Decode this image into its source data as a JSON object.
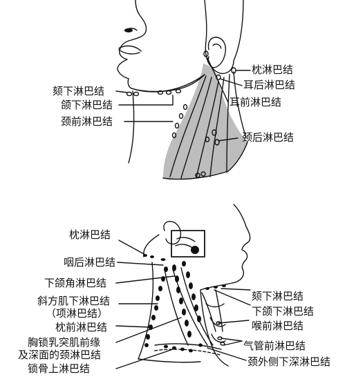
{
  "top_figure": {
    "labels": {
      "submental": "颏下淋巴结",
      "submandibular": "颌下淋巴结",
      "anterior_cervical": "颈前淋巴结",
      "occipital": "枕淋巴结",
      "postauricular": "耳后淋巴结",
      "preauricular": "耳前淋巴结",
      "posterior_cervical": "颈后淋巴结"
    }
  },
  "bottom_figure": {
    "labels": {
      "occipital": "枕淋巴结",
      "retropharyngeal": "咽后淋巴结",
      "mandibular_angle": "下颌角淋巴结",
      "trapezius_1": "斜方肌下淋巴结",
      "trapezius_2": "（项淋巴结）",
      "preoccipital": "枕前淋巴结",
      "scm_1": "胸锁乳突肌前缘",
      "scm_2": "及深面的颈淋巴结",
      "supraclavicular": "锁骨上淋巴结",
      "submental": "颏下淋巴结",
      "submandibular": "下颌下淋巴结",
      "prelaryngeal": "喉前淋巴结",
      "pretracheal": "气管前淋巴结",
      "inferior_deep": "颈外侧下深淋巴结"
    }
  }
}
